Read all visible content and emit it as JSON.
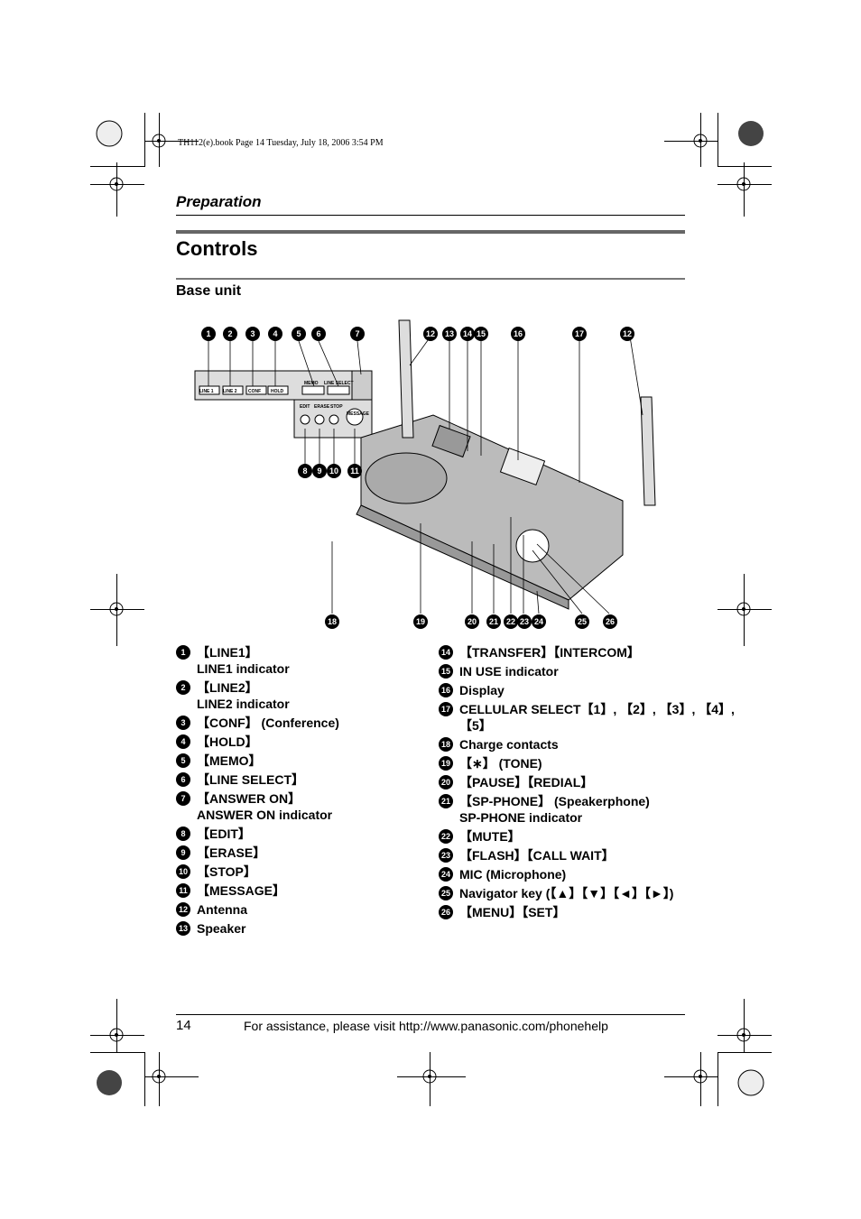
{
  "print_header": "TH112(e).book  Page 14  Tuesday, July 18, 2006  3:54 PM",
  "section": "Preparation",
  "title": "Controls",
  "subtitle": "Base unit",
  "diagram": {
    "top_callouts": [
      "1",
      "2",
      "3",
      "4",
      "5",
      "6",
      "7",
      "12",
      "13",
      "14",
      "15",
      "16",
      "17",
      "12"
    ],
    "side_callouts": [
      "8",
      "9",
      "10",
      "11"
    ],
    "bottom_callouts": [
      "18",
      "19",
      "20",
      "21",
      "22",
      "23",
      "24",
      "25",
      "26"
    ],
    "panel_labels": [
      "LINE 1",
      "LINE 2",
      "CONF",
      "HOLD",
      "MEMO",
      "LINE SELECT",
      "EDIT",
      "ERASE",
      "STOP",
      "MESSAGE"
    ]
  },
  "legend_left": [
    {
      "num": "1",
      "lines": [
        "【LINE1】",
        "LINE1 indicator"
      ]
    },
    {
      "num": "2",
      "lines": [
        "【LINE2】",
        "LINE2 indicator"
      ]
    },
    {
      "num": "3",
      "lines": [
        "【CONF】 (Conference)"
      ]
    },
    {
      "num": "4",
      "lines": [
        "【HOLD】"
      ]
    },
    {
      "num": "5",
      "lines": [
        "【MEMO】"
      ]
    },
    {
      "num": "6",
      "lines": [
        "【LINE SELECT】"
      ]
    },
    {
      "num": "7",
      "lines": [
        "【ANSWER ON】",
        "ANSWER ON indicator"
      ]
    },
    {
      "num": "8",
      "lines": [
        "【EDIT】"
      ]
    },
    {
      "num": "9",
      "lines": [
        "【ERASE】"
      ]
    },
    {
      "num": "10",
      "lines": [
        "【STOP】"
      ]
    },
    {
      "num": "11",
      "lines": [
        "【MESSAGE】"
      ]
    },
    {
      "num": "12",
      "lines": [
        "Antenna"
      ]
    },
    {
      "num": "13",
      "lines": [
        "Speaker"
      ]
    }
  ],
  "legend_right": [
    {
      "num": "14",
      "lines": [
        "【TRANSFER】【INTERCOM】"
      ]
    },
    {
      "num": "15",
      "lines": [
        "IN USE indicator"
      ]
    },
    {
      "num": "16",
      "lines": [
        "Display"
      ]
    },
    {
      "num": "17",
      "lines": [
        "CELLULAR SELECT【1】, 【2】, 【3】, 【4】,",
        "【5】"
      ]
    },
    {
      "num": "18",
      "lines": [
        "Charge contacts"
      ]
    },
    {
      "num": "19",
      "lines": [
        "【∗】 (TONE)"
      ]
    },
    {
      "num": "20",
      "lines": [
        "【PAUSE】【REDIAL】"
      ]
    },
    {
      "num": "21",
      "lines": [
        "【SP-PHONE】 (Speakerphone)",
        "SP-PHONE indicator"
      ]
    },
    {
      "num": "22",
      "lines": [
        "【MUTE】"
      ]
    },
    {
      "num": "23",
      "lines": [
        "【FLASH】【CALL WAIT】"
      ]
    },
    {
      "num": "24",
      "lines": [
        "MIC (Microphone)"
      ]
    },
    {
      "num": "25",
      "lines": [
        "Navigator key (【▲】【▼】【◄】【►】)"
      ]
    },
    {
      "num": "26",
      "lines": [
        "【MENU】【SET】"
      ]
    }
  ],
  "footer": {
    "page_number": "14",
    "assistance": "For assistance, please visit http://www.panasonic.com/phonehelp"
  }
}
